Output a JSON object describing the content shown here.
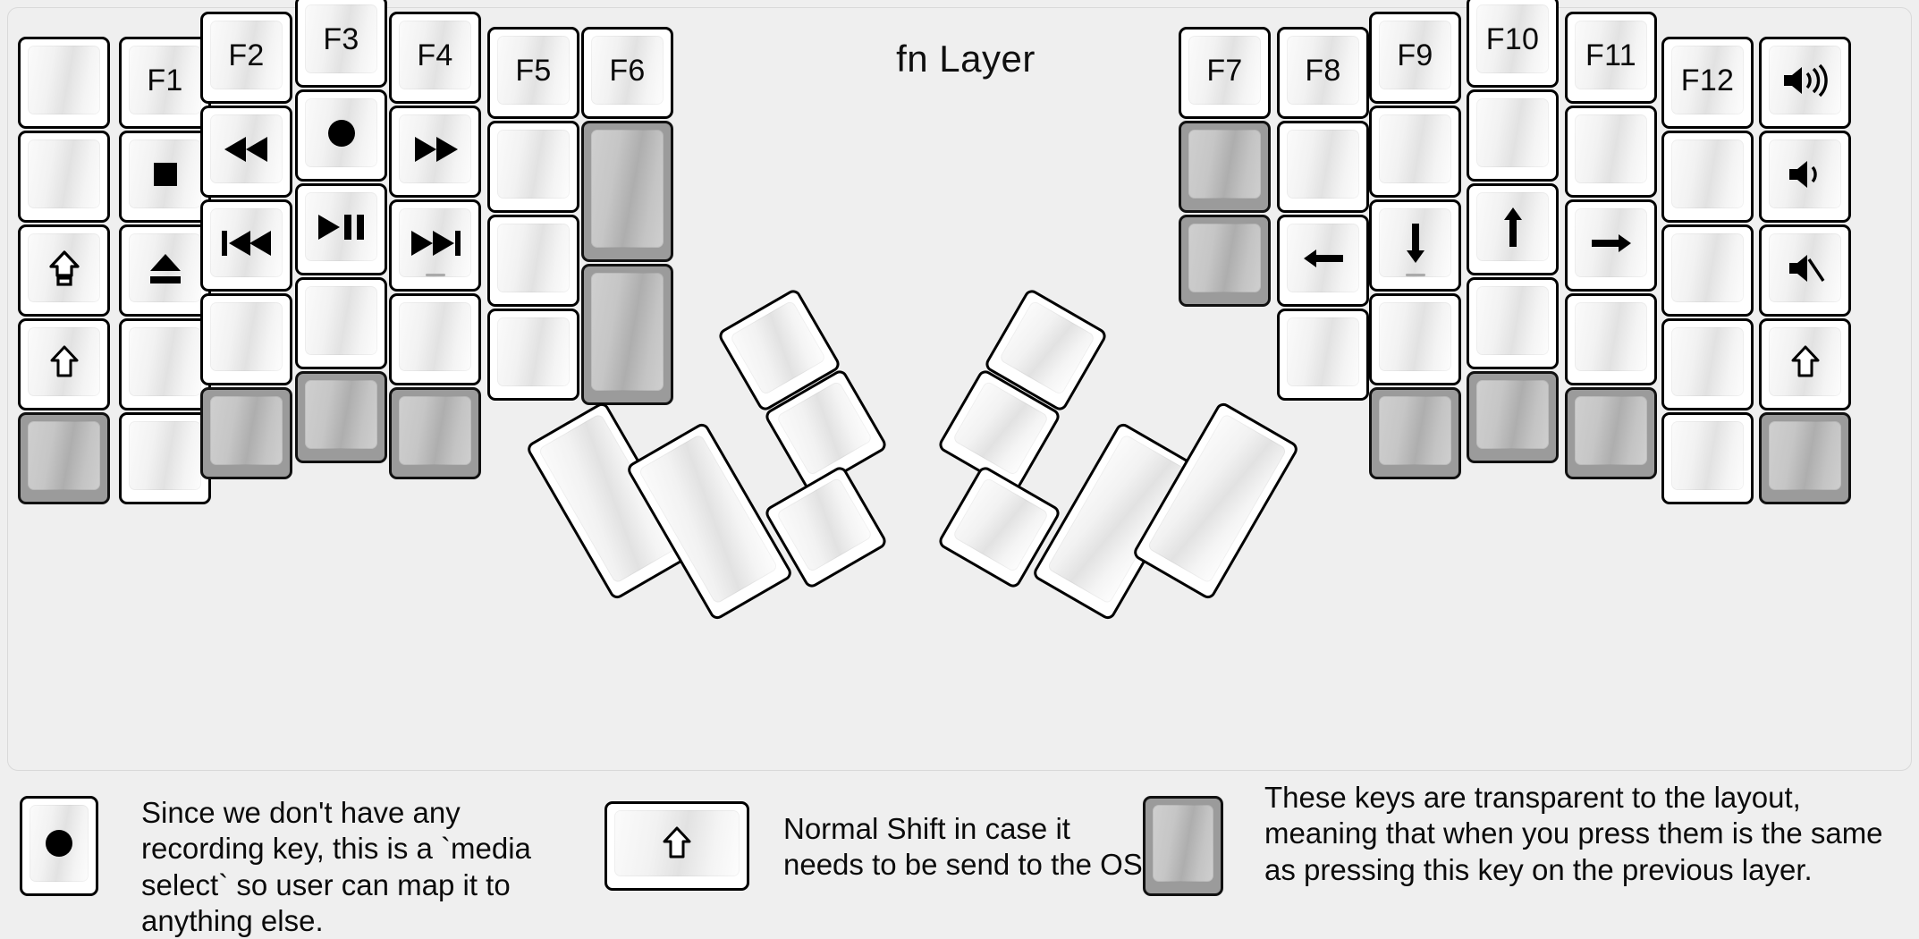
{
  "title": "fn Layer",
  "colors": {
    "background": "#efefef",
    "key_face": "#ffffff",
    "key_border": "#000000",
    "transparent_key": "#9b9b9b",
    "text": "#0a0a0a"
  },
  "legend": [
    {
      "id": "legend-media-select",
      "key_icon": "record-dot-icon",
      "key_type": "normal",
      "text": "Since we don't have any recording key, this is a `media select` so user can map it to anything else."
    },
    {
      "id": "legend-normal-shift",
      "key_icon": "shift-arrow-icon",
      "key_type": "normal",
      "text": "Normal Shift in case it needs to be send to the OS."
    },
    {
      "id": "legend-transparent",
      "key_icon": "",
      "key_type": "transparent",
      "text": "These keys are transparent to the layout, meaning that when you press them is the same as pressing this key on the previous layer."
    }
  ],
  "left_half": {
    "columns": [
      {
        "name": "col-outer",
        "keys": [
          {
            "label": "",
            "icon": "",
            "type": "normal"
          },
          {
            "label": "",
            "icon": "",
            "type": "normal"
          },
          {
            "label": "",
            "icon": "caps-lock-icon",
            "type": "normal"
          },
          {
            "label": "",
            "icon": "shift-arrow-icon",
            "type": "normal"
          },
          {
            "label": "",
            "icon": "",
            "type": "transparent"
          }
        ]
      },
      {
        "name": "col-pinky",
        "keys": [
          {
            "label": "F1",
            "icon": "",
            "type": "normal"
          },
          {
            "label": "",
            "icon": "media-stop-icon",
            "type": "normal"
          },
          {
            "label": "",
            "icon": "media-eject-icon",
            "type": "normal"
          },
          {
            "label": "",
            "icon": "",
            "type": "normal"
          },
          {
            "label": "",
            "icon": "",
            "type": "normal"
          }
        ]
      },
      {
        "name": "col-ring",
        "keys": [
          {
            "label": "F2",
            "icon": "",
            "type": "normal"
          },
          {
            "label": "",
            "icon": "media-rewind-icon",
            "type": "normal"
          },
          {
            "label": "",
            "icon": "media-prev-track-icon",
            "type": "normal"
          },
          {
            "label": "",
            "icon": "",
            "type": "normal"
          },
          {
            "label": "",
            "icon": "",
            "type": "transparent"
          }
        ]
      },
      {
        "name": "col-middle",
        "keys": [
          {
            "label": "F3",
            "icon": "",
            "type": "normal"
          },
          {
            "label": "",
            "icon": "media-record-icon",
            "type": "normal"
          },
          {
            "label": "",
            "icon": "media-play-pause-icon",
            "type": "normal"
          },
          {
            "label": "",
            "icon": "",
            "type": "normal"
          },
          {
            "label": "",
            "icon": "",
            "type": "transparent"
          }
        ]
      },
      {
        "name": "col-index",
        "keys": [
          {
            "label": "F4",
            "icon": "",
            "type": "normal"
          },
          {
            "label": "",
            "icon": "media-fast-forward-icon",
            "type": "normal"
          },
          {
            "label": "",
            "icon": "media-next-track-icon",
            "type": "normal",
            "underbar": true
          },
          {
            "label": "",
            "icon": "",
            "type": "normal"
          },
          {
            "label": "",
            "icon": "",
            "type": "transparent"
          }
        ]
      },
      {
        "name": "col-inner",
        "keys": [
          {
            "label": "F5",
            "icon": "",
            "type": "normal"
          },
          {
            "label": "",
            "icon": "",
            "type": "normal"
          },
          {
            "label": "",
            "icon": "",
            "type": "normal"
          },
          {
            "label": "",
            "icon": "",
            "type": "normal"
          }
        ]
      },
      {
        "name": "col-innermost",
        "keys": [
          {
            "label": "F6",
            "icon": "",
            "type": "normal"
          },
          {
            "label": "",
            "icon": "",
            "type": "transparent",
            "tall": true
          },
          {
            "label": "",
            "icon": "",
            "type": "transparent",
            "tall": true
          }
        ]
      }
    ],
    "thumb_cluster": [
      {
        "name": "thumb-big-1",
        "icon": "",
        "type": "normal"
      },
      {
        "name": "thumb-big-2",
        "icon": "",
        "type": "normal"
      },
      {
        "name": "thumb-small-top",
        "icon": "",
        "type": "normal"
      },
      {
        "name": "thumb-small-mid",
        "icon": "",
        "type": "normal"
      },
      {
        "name": "thumb-small-bottom",
        "icon": "",
        "type": "normal"
      }
    ]
  },
  "right_half": {
    "columns": [
      {
        "name": "col-index",
        "keys": [
          {
            "label": "F7",
            "icon": "",
            "type": "normal"
          },
          {
            "label": "",
            "icon": "",
            "type": "transparent"
          },
          {
            "label": "",
            "icon": "",
            "type": "transparent"
          }
        ]
      },
      {
        "name": "col-index-2",
        "keys": [
          {
            "label": "F8",
            "icon": "",
            "type": "normal"
          },
          {
            "label": "",
            "icon": "",
            "type": "normal"
          },
          {
            "label": "",
            "icon": "arrow-left-icon",
            "type": "normal"
          },
          {
            "label": "",
            "icon": "",
            "type": "normal"
          }
        ]
      },
      {
        "name": "col-middle",
        "keys": [
          {
            "label": "F9",
            "icon": "",
            "type": "normal"
          },
          {
            "label": "",
            "icon": "",
            "type": "normal"
          },
          {
            "label": "",
            "icon": "arrow-down-icon",
            "type": "normal",
            "underbar": true
          },
          {
            "label": "",
            "icon": "",
            "type": "normal"
          },
          {
            "label": "",
            "icon": "",
            "type": "transparent"
          }
        ]
      },
      {
        "name": "col-ring",
        "keys": [
          {
            "label": "F10",
            "icon": "",
            "type": "normal"
          },
          {
            "label": "",
            "icon": "",
            "type": "normal"
          },
          {
            "label": "",
            "icon": "arrow-up-icon",
            "type": "normal"
          },
          {
            "label": "",
            "icon": "",
            "type": "normal"
          },
          {
            "label": "",
            "icon": "",
            "type": "transparent"
          }
        ]
      },
      {
        "name": "col-pinky",
        "keys": [
          {
            "label": "F11",
            "icon": "",
            "type": "normal"
          },
          {
            "label": "",
            "icon": "",
            "type": "normal"
          },
          {
            "label": "",
            "icon": "arrow-right-icon",
            "type": "normal"
          },
          {
            "label": "",
            "icon": "",
            "type": "normal"
          },
          {
            "label": "",
            "icon": "",
            "type": "transparent"
          }
        ]
      },
      {
        "name": "col-outer",
        "keys": [
          {
            "label": "F12",
            "icon": "",
            "type": "normal"
          },
          {
            "label": "",
            "icon": "",
            "type": "normal"
          },
          {
            "label": "",
            "icon": "",
            "type": "normal"
          },
          {
            "label": "",
            "icon": "",
            "type": "normal"
          },
          {
            "label": "",
            "icon": "",
            "type": "normal"
          }
        ]
      },
      {
        "name": "col-outermost",
        "keys": [
          {
            "label": "",
            "icon": "volume-up-icon",
            "type": "normal"
          },
          {
            "label": "",
            "icon": "volume-down-icon",
            "type": "normal"
          },
          {
            "label": "",
            "icon": "volume-mute-icon",
            "type": "normal"
          },
          {
            "label": "",
            "icon": "shift-arrow-icon",
            "type": "normal"
          },
          {
            "label": "",
            "icon": "",
            "type": "transparent"
          }
        ]
      }
    ],
    "thumb_cluster": [
      {
        "name": "thumb-small-top",
        "icon": "",
        "type": "normal"
      },
      {
        "name": "thumb-small-mid",
        "icon": "",
        "type": "normal"
      },
      {
        "name": "thumb-small-bottom",
        "icon": "",
        "type": "normal"
      },
      {
        "name": "thumb-big-1",
        "icon": "",
        "type": "normal"
      },
      {
        "name": "thumb-big-2",
        "icon": "",
        "type": "normal"
      }
    ]
  }
}
